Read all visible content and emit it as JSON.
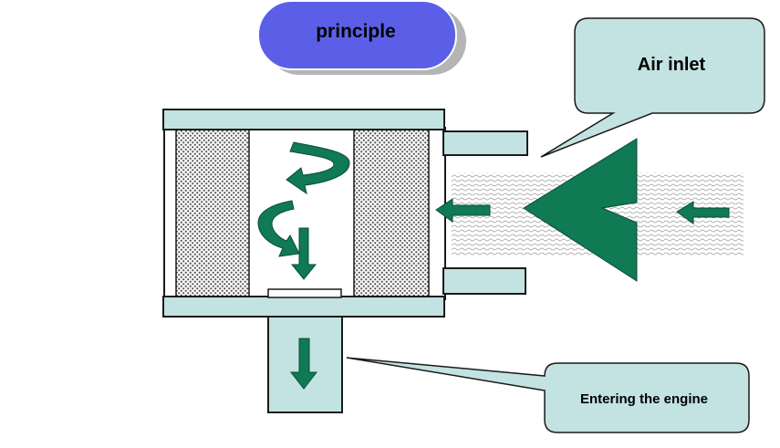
{
  "title": {
    "text": "principle"
  },
  "callouts": {
    "air_inlet": {
      "text": "Air inlet"
    },
    "engine": {
      "text": "Entering the engine"
    }
  },
  "colors": {
    "title_fill": "#5b5fe8",
    "box_fill": "#c3e2e2",
    "arrow_green": "#0f7a54",
    "outline": "#1a1a1a",
    "filter_dots": "#555555"
  },
  "icons": {
    "arrows": [
      "swirl-arrow",
      "down-arrow",
      "left-arrow",
      "chevron-arrow"
    ]
  }
}
